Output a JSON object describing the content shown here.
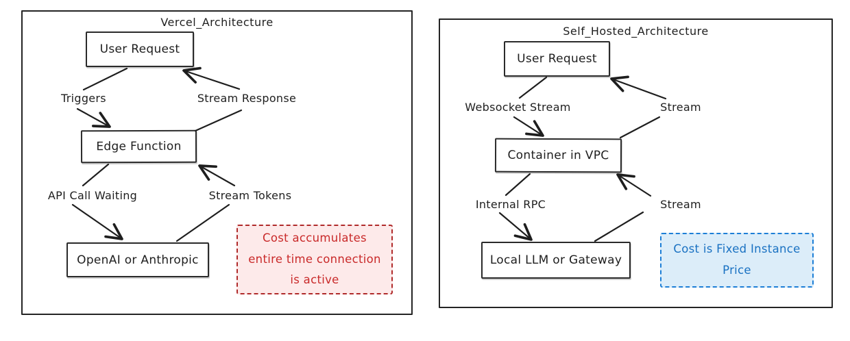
{
  "stroke_color": "#1e1e1e",
  "diagrams": [
    {
      "title": "Vercel_Architecture",
      "nodes": [
        {
          "label": "User Request"
        },
        {
          "label": "Edge Function"
        },
        {
          "label": "OpenAI or Anthropic"
        }
      ],
      "edge_labels": [
        {
          "label": "Triggers"
        },
        {
          "label": "Stream Response"
        },
        {
          "label": "API Call Waiting"
        },
        {
          "label": "Stream Tokens"
        }
      ],
      "note": {
        "text": "Cost accumulates entire time connection is active",
        "text_color": "#c92a2a",
        "border_color": "#b02a2a",
        "bg_color": "#fdeaea"
      }
    },
    {
      "title": "Self_Hosted_Architecture",
      "nodes": [
        {
          "label": "User Request"
        },
        {
          "label": "Container in VPC"
        },
        {
          "label": "Local LLM or Gateway"
        }
      ],
      "edge_labels": [
        {
          "label": "Websocket Stream"
        },
        {
          "label": "Stream"
        },
        {
          "label": "Internal RPC"
        },
        {
          "label": "Stream"
        }
      ],
      "note": {
        "text": "Cost is Fixed Instance Price",
        "text_color": "#1971c2",
        "border_color": "#1c7ed6",
        "bg_color": "#dcedf9"
      }
    }
  ]
}
